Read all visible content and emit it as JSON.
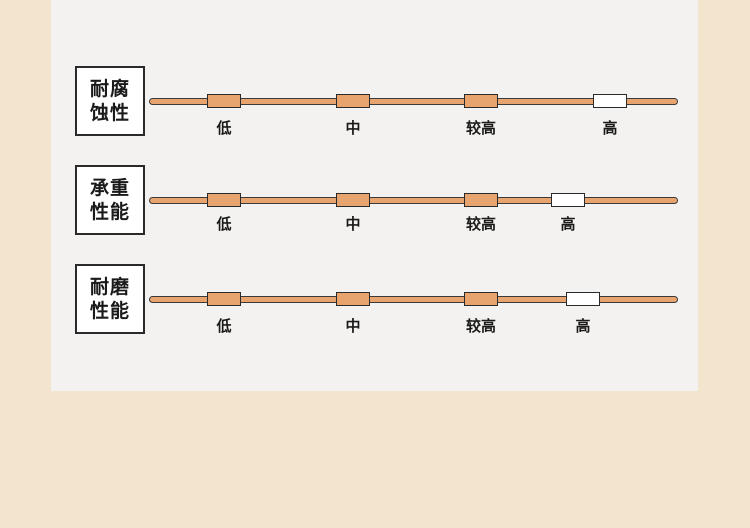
{
  "colors": {
    "page_background": "#f3e4cd",
    "panel_background": "#f3f2f0",
    "track_fill": "#e8a46e",
    "level_marker_fill": "#e8a46e",
    "current_marker_fill": "#ffffff",
    "outline": "#2a2a2a"
  },
  "rows": [
    {
      "title_line1": "耐腐",
      "title_line2": "蚀性",
      "levels": [
        "低",
        "中",
        "较高",
        "高"
      ],
      "current_label": "高"
    },
    {
      "title_line1": "承重",
      "title_line2": "性能",
      "levels": [
        "低",
        "中",
        "较高",
        "高"
      ],
      "current_label": "高"
    },
    {
      "title_line1": "耐磨",
      "title_line2": "性能",
      "levels": [
        "低",
        "中",
        "较高",
        "高"
      ],
      "current_label": "高"
    }
  ]
}
